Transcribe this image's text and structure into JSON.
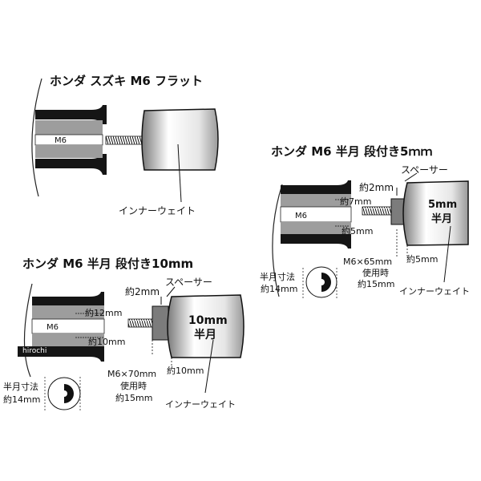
{
  "section1": {
    "title": "ホンダ スズキ M6 フラット",
    "m6": "M6",
    "inner_weight": "インナーウェイト"
  },
  "section2": {
    "title": "ホンダ M6 半月 段付き5ｍｍ",
    "spacer": "スペーサー",
    "approx_2mm": "約2mm",
    "approx_7mm": "約7mm",
    "m6": "M6",
    "approx_5mm_a": "約5mm",
    "weight_size": "5mm",
    "weight_type": "半月",
    "bolt_spec": "M6×65mm",
    "usage": "使用時",
    "approx_15mm": "約15mm",
    "approx_5mm_b": "約5mm",
    "half_moon_dim": "半月寸法",
    "approx_14mm": "約14mm",
    "inner_weight": "インナーウェイト"
  },
  "section3": {
    "title": "ホンダ M6 半月 段付き10mm",
    "spacer": "スペーサー",
    "approx_2mm": "約2mm",
    "approx_12mm": "約12mm",
    "m6": "M6",
    "approx_10mm_a": "約10mm",
    "weight_size": "10mm",
    "weight_type": "半月",
    "bolt_spec": "M6×70mm",
    "usage": "使用時",
    "approx_15mm": "約15mm",
    "approx_10mm_b": "約10mm",
    "half_moon_dim": "半月寸法",
    "approx_14mm": "約14mm",
    "inner_weight": "インナーウェイト"
  },
  "watermark": "hirochi"
}
